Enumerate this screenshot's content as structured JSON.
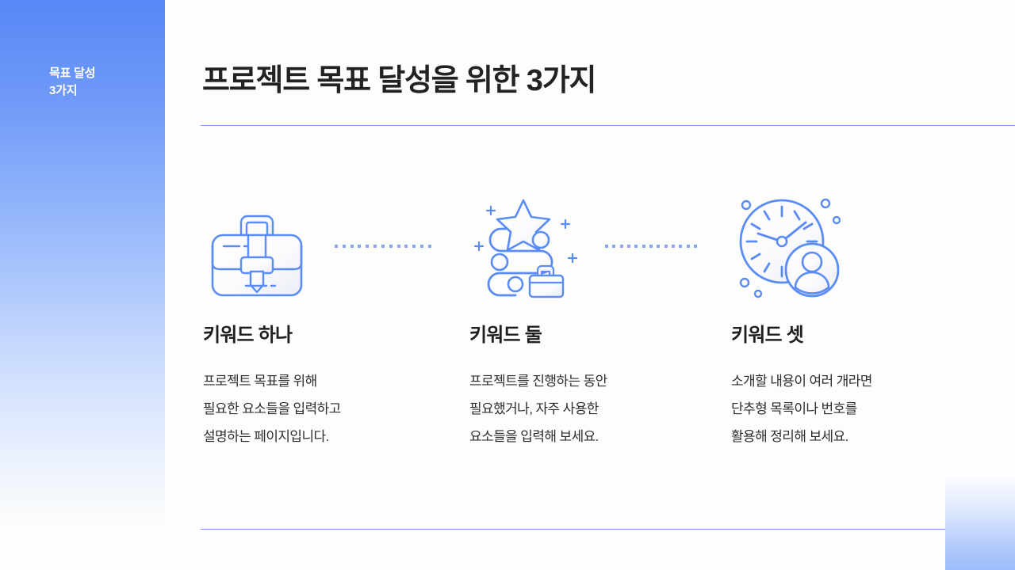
{
  "sidebar": {
    "label": "목표 달성\n3가지",
    "gradient_top_color": "#5887f6",
    "gradient_bottom_color": "#fdfdfb"
  },
  "header": {
    "title": "프로젝트 목표 달성을 위한 3가지",
    "title_color": "#222225",
    "divider_color": "#7b9cf0"
  },
  "accent_color": "#5b8cf5",
  "background_color": "#fdfdfb",
  "columns": [
    {
      "icon": "briefcase-icon",
      "heading": "키워드 하나",
      "body": "프로젝트 목표를 위해\n필요한 요소들을 입력하고\n설명하는 페이지입니다."
    },
    {
      "icon": "journey-star-path-icon",
      "heading": "키워드 둘",
      "body": "프로젝트를 진행하는 동안\n필요했거나, 자주 사용한\n요소들을 입력해 보세요."
    },
    {
      "icon": "clock-person-icon",
      "heading": "키워드 셋",
      "body": "소개할 내용이 여러 개라면\n단추형 목록이나 번호를\n활용해 정리해 보세요."
    }
  ],
  "connectors": {
    "dot_color": "#8ba5ee",
    "dot_count": 13
  },
  "corner_decoration": {
    "name": "bottom-right-gradient-block",
    "color": "#9cbcfa"
  }
}
